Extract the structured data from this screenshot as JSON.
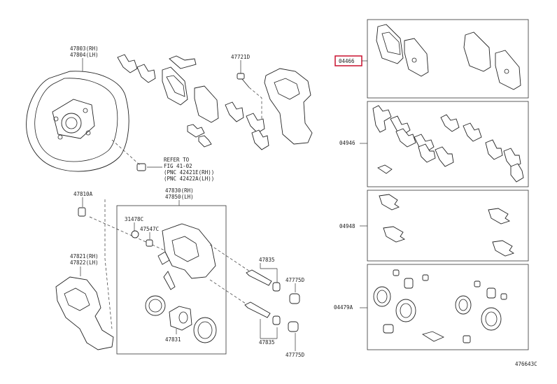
{
  "labels": {
    "p47803": "47803(RH)",
    "p47804": "47804(LH)",
    "p47721D": "47721D",
    "p04466": "04466",
    "p04946": "04946",
    "p04948": "04948",
    "p04479A": "04479A",
    "refer1": "REFER TO",
    "refer2": "FIG 41-02",
    "refer3": "(PNC 42421E(RH))",
    "refer4": "(PNC 42422A(LH))",
    "p47810A": "47810A",
    "p47830": "47830(RH)",
    "p47850": "47850(LH)",
    "p31478C": "31478C",
    "p47547C": "47547C",
    "p47821": "47821(RH)",
    "p47822": "47822(LH)",
    "p47835a": "47835",
    "p47775Da": "47775D",
    "p47831": "47831",
    "p47835b": "47835",
    "p47775Db": "47775D",
    "figcode": "476643C"
  },
  "colors": {
    "highlight": "#c8102e",
    "line": "#333333"
  }
}
